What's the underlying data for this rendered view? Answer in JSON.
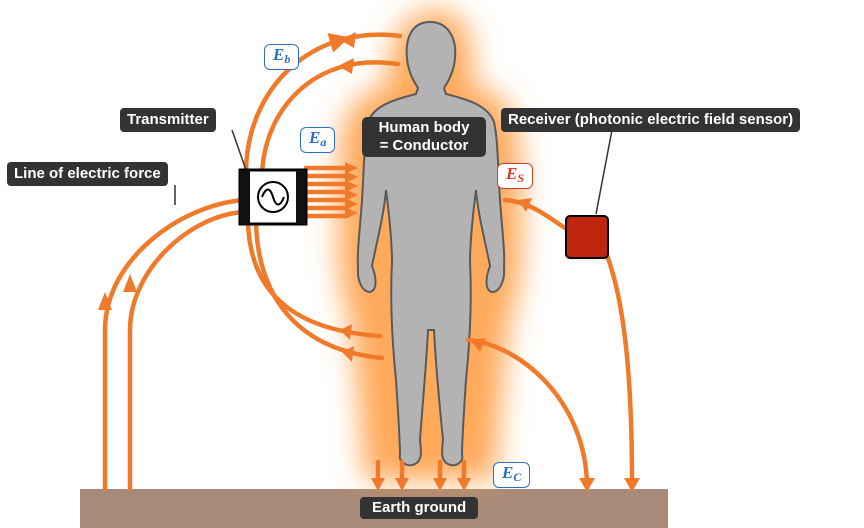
{
  "labels": {
    "transmitter": "Transmitter",
    "receiver": "Receiver (photonic electric field sensor)",
    "line_of_force": "Line of electric force",
    "human_body_line1": "Human body",
    "human_body_line2": "= Conductor",
    "earth_ground": "Earth ground"
  },
  "fields": {
    "eb": {
      "main": "E",
      "sub": "b"
    },
    "ea": {
      "main": "E",
      "sub": "a"
    },
    "es": {
      "main": "E",
      "sub": "S"
    },
    "ec": {
      "main": "E",
      "sub": "C"
    }
  },
  "colors": {
    "field_line": "#f07a2a",
    "glow": "#ffb347",
    "body": "#b3b3b3",
    "body_outline": "#5a5a5a",
    "ground": "#a88a7a",
    "receiver": "#c0260f",
    "label_bg": "#333333",
    "e_blue": "#2e6fc2",
    "e_red": "#d93a1e"
  },
  "icons": {
    "transmitter": "sine-wave-source-icon",
    "receiver": "sensor-box-icon"
  }
}
